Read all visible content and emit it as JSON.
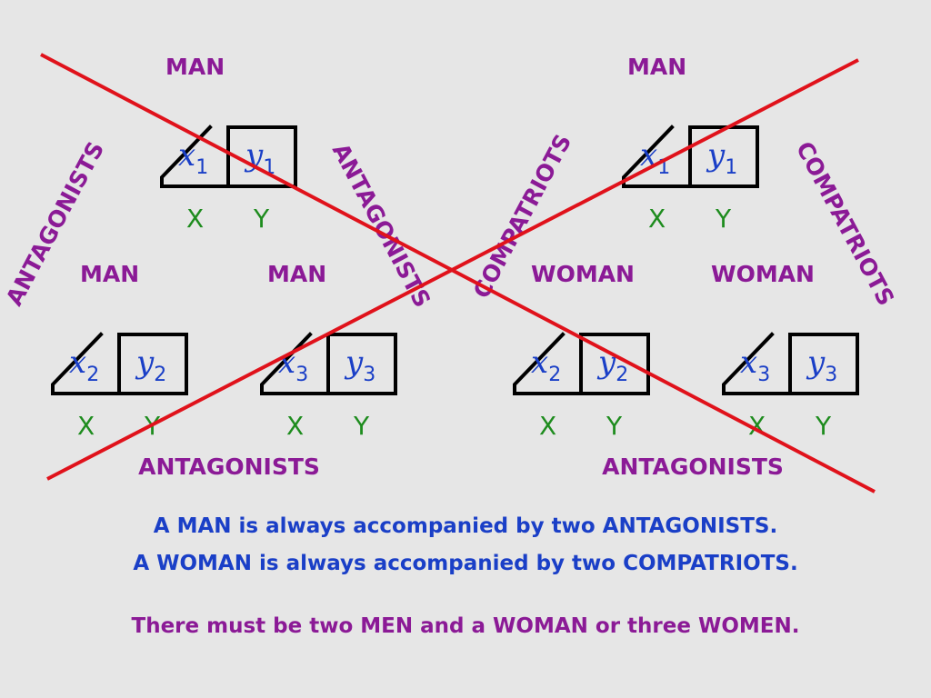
{
  "colors": {
    "role": "#8b1a96",
    "relation": "#8b1a96",
    "variable": "#1a3fc7",
    "feature": "#1e8c1e",
    "cross": "#e0121b",
    "box": "#000000",
    "rule": "#1a3fc7",
    "conclusion": "#8b1a96",
    "background": "#e6e6e6"
  },
  "left_panel": {
    "top": {
      "role": "MAN",
      "var": "x",
      "sub": "1",
      "var2": "y",
      "sub2": "1",
      "feat_x": "X",
      "feat_y": "Y"
    },
    "bottom_left": {
      "role": "MAN",
      "var": "x",
      "sub": "2",
      "var2": "y",
      "sub2": "2",
      "feat_x": "X",
      "feat_y": "Y"
    },
    "bottom_right": {
      "role": "MAN",
      "var": "x",
      "sub": "3",
      "var2": "y",
      "sub2": "3",
      "feat_x": "X",
      "feat_y": "Y"
    },
    "relation_left": "ANTAGONISTS",
    "relation_right": "ANTAGONISTS",
    "relation_bottom": "ANTAGONISTS"
  },
  "right_panel": {
    "top": {
      "role": "MAN",
      "var": "x",
      "sub": "1",
      "var2": "y",
      "sub2": "1",
      "feat_x": "X",
      "feat_y": "Y"
    },
    "bottom_left": {
      "role": "WOMAN",
      "var": "x",
      "sub": "2",
      "var2": "y",
      "sub2": "2",
      "feat_x": "X",
      "feat_y": "Y"
    },
    "bottom_right": {
      "role": "WOMAN",
      "var": "x",
      "sub": "3",
      "var2": "y",
      "sub2": "3",
      "feat_x": "X",
      "feat_y": "Y"
    },
    "relation_left": "COMPATRIOTS",
    "relation_right": "COMPATRIOTS",
    "relation_bottom": "ANTAGONISTS"
  },
  "rules": {
    "line1": "A MAN is always accompanied by two ANTAGONISTS.",
    "line2": "A WOMAN is always accompanied by two COMPATRIOTS."
  },
  "conclusion": "There must be two MEN and a WOMAN or three WOMEN."
}
